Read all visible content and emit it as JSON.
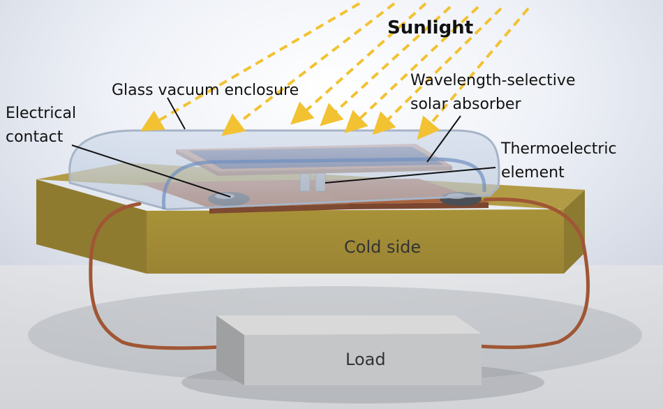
{
  "labels": {
    "sunlight": "Sunlight",
    "glass_enclosure": "Glass vacuum enclosure",
    "absorber_line1": "Wavelength-selective",
    "absorber_line2": "solar absorber",
    "contact_line1": "Electrical",
    "contact_line2": "contact",
    "thermo_line1": "Thermoelectric",
    "thermo_line2": "element",
    "cold_side": "Cold side",
    "load": "Load"
  },
  "colors": {
    "sun_rays": "#f2c232",
    "cold_block": "#a7903a",
    "copper": "#a9613f",
    "absorber": "#1c2556",
    "glass": "#b9c8da",
    "load_box": "#c7c7c7"
  }
}
